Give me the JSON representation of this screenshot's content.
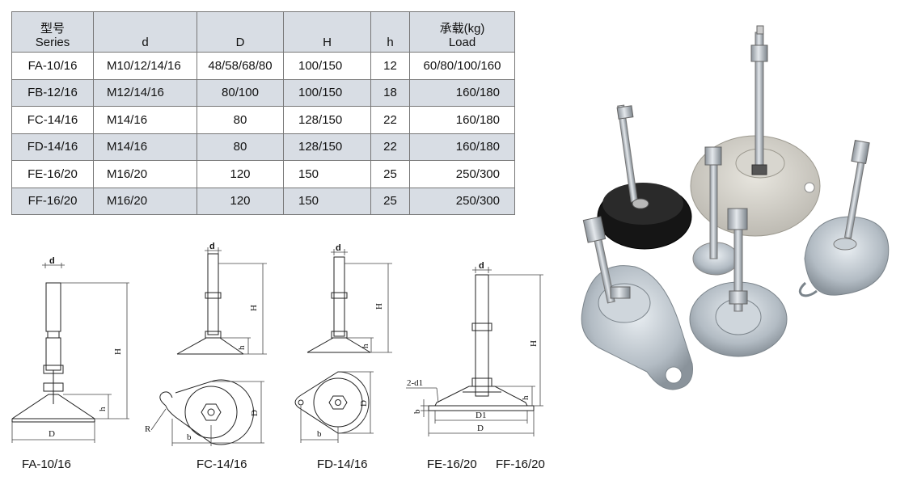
{
  "table": {
    "headers": {
      "model_cn": "型号",
      "model_en": "Series",
      "d": "d",
      "D": "D",
      "H": "H",
      "h": "h",
      "load_cn": "承载(kg)",
      "load_en": "Load"
    },
    "rows": [
      {
        "series": "FA-10/16",
        "d": "M10/12/14/16",
        "D": "48/58/68/80",
        "H": "100/150",
        "h": "12",
        "load": "60/80/100/160"
      },
      {
        "series": "FB-12/16",
        "d": "M12/14/16",
        "D": "80/100",
        "H": "100/150",
        "h": "18",
        "load": "160/180"
      },
      {
        "series": "FC-14/16",
        "d": "M14/16",
        "D": "80",
        "H": "128/150",
        "h": "22",
        "load": "160/180"
      },
      {
        "series": "FD-14/16",
        "d": "M14/16",
        "D": "80",
        "H": "128/150",
        "h": "22",
        "load": "160/180"
      },
      {
        "series": "FE-16/20",
        "d": "M16/20",
        "D": "120",
        "H": "150",
        "h": "25",
        "load": "250/300"
      },
      {
        "series": "FF-16/20",
        "d": "M16/20",
        "D": "120",
        "H": "150",
        "h": "25",
        "load": "250/300"
      }
    ]
  },
  "drawings": {
    "dim_d": "d",
    "dim_D": "D",
    "dim_H": "H",
    "dim_h": "h",
    "dim_b": "b",
    "dim_R": "R",
    "dim_D1": "D1",
    "dim_2d1": "2-d1"
  },
  "captions": {
    "fa": "FA-10/16",
    "fc": "FC-14/16",
    "fd": "FD-14/16",
    "fe": "FE-16/20",
    "ff": "FF-16/20"
  },
  "colors": {
    "header_bg": "#d8dde4",
    "stripe_bg": "#d8dde4"
  }
}
